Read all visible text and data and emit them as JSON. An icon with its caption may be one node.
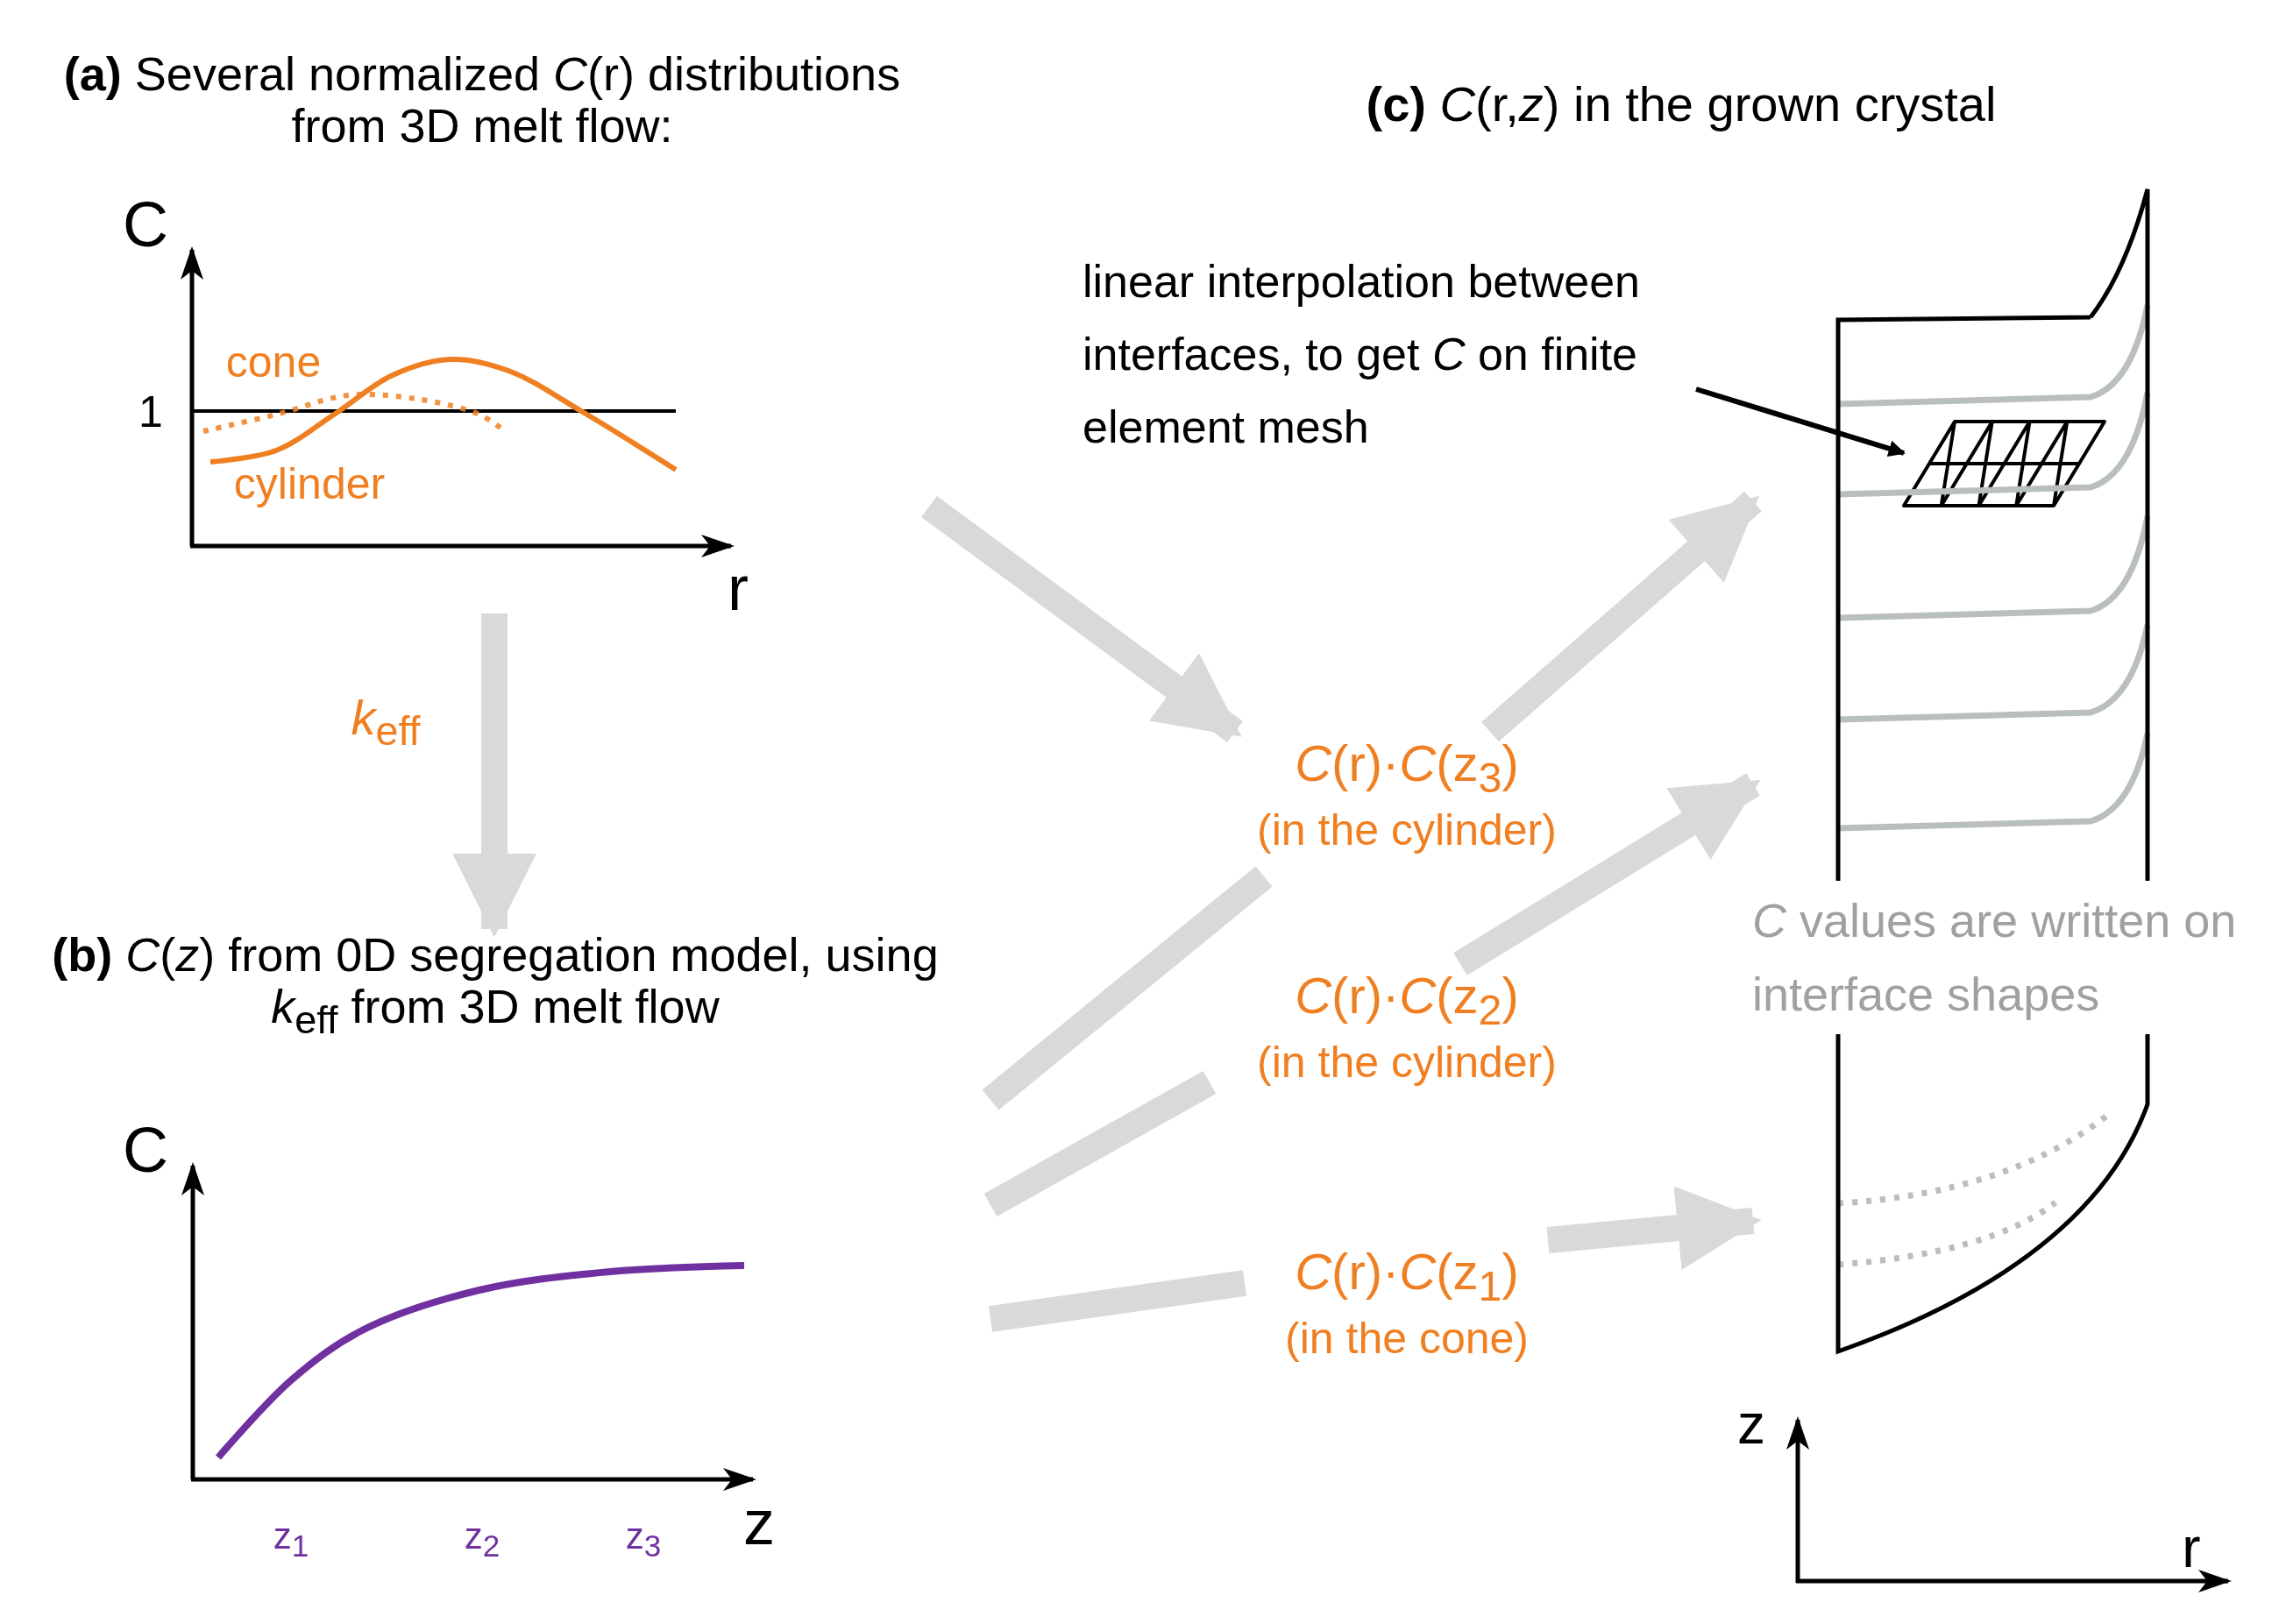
{
  "diagram": {
    "nodes": [
      {
        "text": [
          "**(a)** Several normalized *C*(r) distributions from 3D melt flow:"
        ]
      },
      {
        "text": [
          "**(b)** *C*(*z*) from 0D segregation model, using *k*$_{eff}$ from 3D melt flow"
        ]
      },
      {
        "text": [
          "*C*(r)·*C*(z$_{3}$)",
          "(in the cylinder)"
        ]
      },
      {
        "text": [
          "*C*(r)·*C*(z$_{2}$)",
          "(in the cylinder)"
        ]
      },
      {
        "text": [
          "*C*(r)·*C*(z$_{1}$)",
          "(in the cone)"
        ]
      },
      {
        "text": [],
        "shape": "crystal"
      },
      {
        "text": [
          "linear interpolation between interfaces, to get *C* on finite element mesh"
        ]
      },
      {
        "text": [],
        "shape": "mesh",
        "in": 5
      }
    ],
    "edges": [
      {
        "from": 0,
        "to": 1,
        "arrow": "to",
        "label": "*k*$_{eff}$"
      },
      {
        "from": 0,
        "to": 2,
        "arrow": "to"
      },
      {
        "from": 1,
        "to": 2,
        "arrow": "none"
      },
      {
        "from": 2,
        "to": 5,
        "arrow": "to"
      },
      {
        "from": 1,
        "to": 3,
        "arrow": "none"
      },
      {
        "from": 3,
        "to": 5,
        "arrow": "to"
      },
      {
        "from": 1,
        "to": 4,
        "arrow": "none"
      },
      {
        "from": 4,
        "to": 5,
        "arrow": "to"
      },
      {
        "from": 6,
        "to": 7,
        "arrow": "to",
        "color": "#000000"
      }
    ],
    "labels": [
      "**(c)** *C*(r,*z*) in the grown crystal",
      "C",
      "1",
      "cone",
      "cylinder",
      "r",
      "C",
      "z$_{1}$",
      "z$_{2}$",
      "z$_{3}$",
      "z",
      "*C* values are written on interface shapes",
      "z",
      "r"
    ]
  }
}
